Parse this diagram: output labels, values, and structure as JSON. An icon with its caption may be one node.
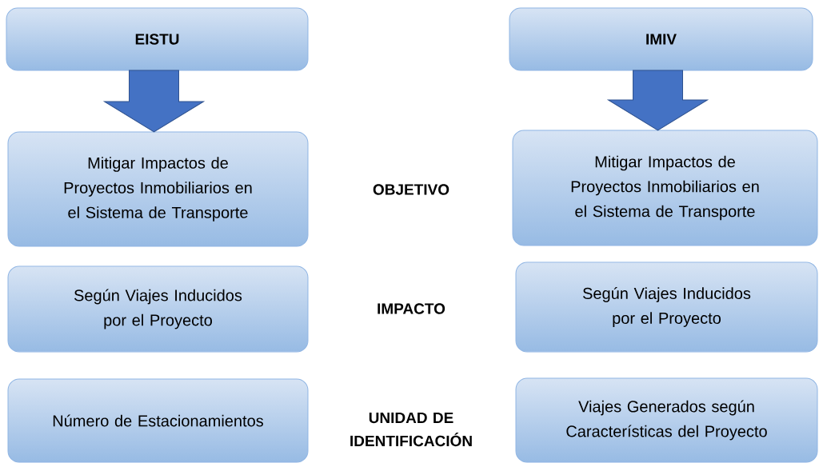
{
  "diagram": {
    "nodes": [
      {
        "text": [
          "EISTU"
        ]
      },
      {
        "text": [
          "IMIV"
        ]
      },
      {
        "text": [
          "Mitigar Impactos de Proyectos Inmobiliarios en el Sistema de Transporte"
        ]
      },
      {
        "text": [
          "Mitigar Impactos de Proyectos Inmobiliarios en el Sistema de Transporte"
        ]
      },
      {
        "text": [
          "Según Viajes Inducidos por el Proyecto"
        ]
      },
      {
        "text": [
          "Según Viajes Inducidos por el Proyecto"
        ]
      },
      {
        "text": [
          "Número de Estacionamientos"
        ]
      },
      {
        "text": [
          "Viajes Generados según Características del Proyecto"
        ]
      }
    ],
    "edges": [
      {
        "from": 0,
        "to": 2,
        "arrow": "to",
        "style": "thick"
      },
      {
        "from": 1,
        "to": 3,
        "arrow": "to",
        "style": "thick"
      }
    ],
    "labels": [
      "OBJETIVO",
      "IMPACTO",
      "UNIDAD DE IDENTIFICACIÓN"
    ]
  }
}
